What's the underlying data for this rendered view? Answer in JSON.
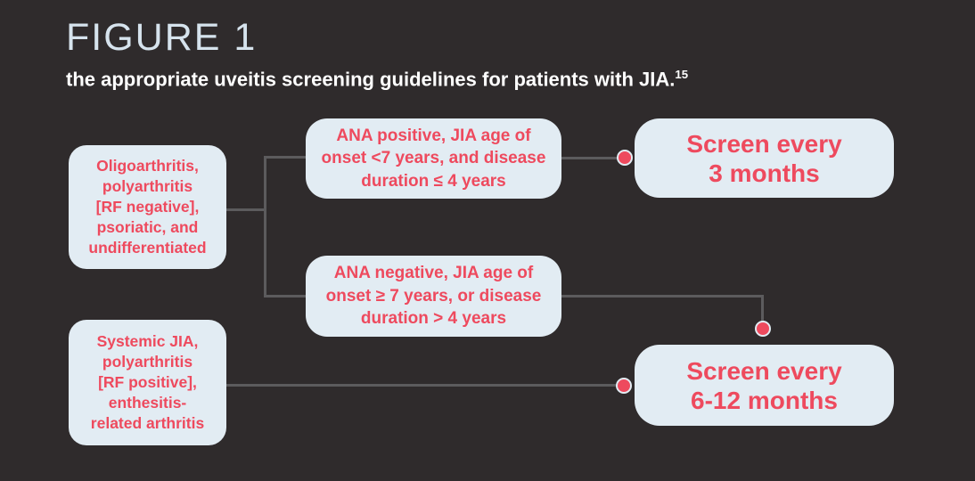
{
  "figure": {
    "label": "FIGURE 1",
    "caption": "the appropriate uveitis screening guidelines for patients with JIA.",
    "caption_superscript": "15"
  },
  "flow": {
    "patient_groups": [
      {
        "id": "oligoarthritis-group",
        "text": "Oligoarthritis,\npolyarthritis\n[RF negative],\npsoriatic, and\nundifferentiated"
      },
      {
        "id": "systemic-group",
        "text": "Systemic JIA,\npolyarthritis\n[RF positive],\nenthesitis-\nrelated arthritis"
      }
    ],
    "criteria": [
      {
        "id": "ana-positive",
        "text": "ANA positive, JIA age of\nonset <7 years, and disease\nduration ≤ 4 years"
      },
      {
        "id": "ana-negative",
        "text": "ANA negative, JIA age of\nonset ≥ 7 years, or disease\nduration > 4 years"
      }
    ],
    "outcomes": [
      {
        "id": "screen-3-months",
        "text": "Screen every\n3 months"
      },
      {
        "id": "screen-6-12-months",
        "text": "Screen every\n6-12 months"
      }
    ]
  },
  "colors": {
    "background": "#2f2b2c",
    "node_fill": "#e2ecf3",
    "accent_red": "#ee4a5e",
    "connector_gray": "#5c5b5d",
    "title_blue_gray": "#d6e3ed",
    "caption_white": "#ffffff"
  }
}
